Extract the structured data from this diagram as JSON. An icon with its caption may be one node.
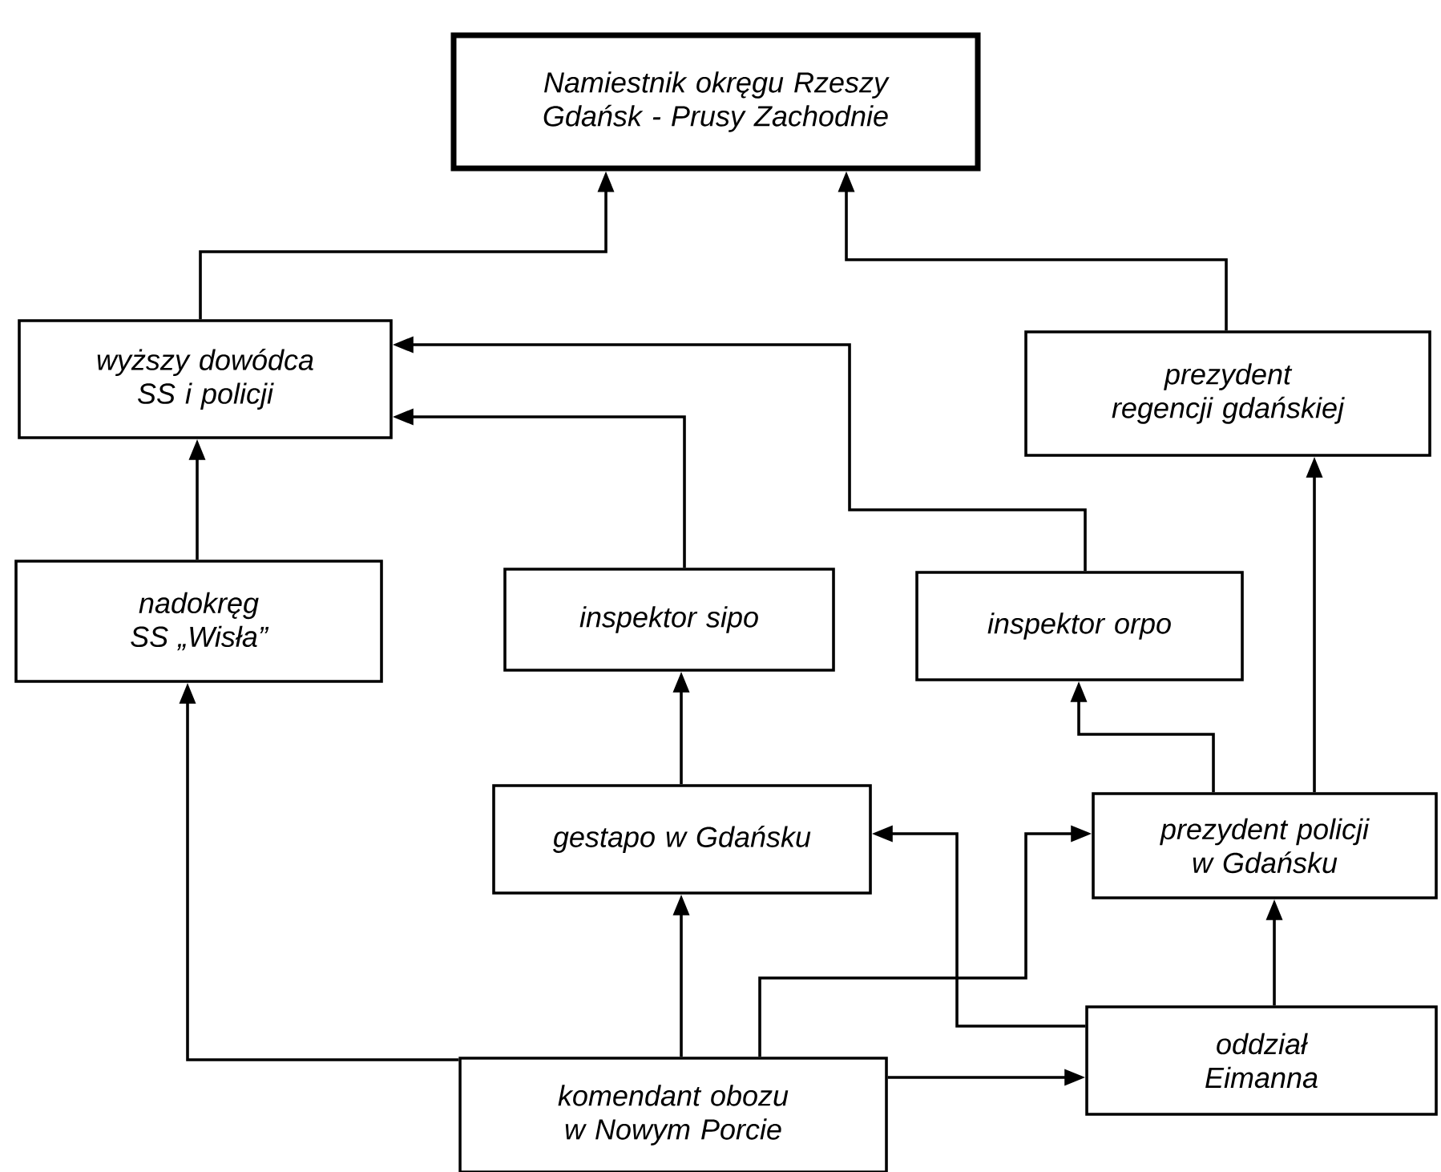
{
  "diagram": {
    "nodes": [
      {
        "text": [
          "Namiestnik okręgu Rzeszy Gdańsk - Prusy Zachodnie"
        ]
      },
      {
        "text": [
          "wyższy dowódca SS i policji"
        ]
      },
      {
        "text": [
          "prezydent regencji gdańskiej"
        ]
      },
      {
        "text": [
          "nadokręg SS „Wisła”"
        ]
      },
      {
        "text": [
          "inspektor sipo"
        ]
      },
      {
        "text": [
          "inspektor orpo"
        ]
      },
      {
        "text": [
          "gestapo w Gdańsku"
        ]
      },
      {
        "text": [
          "prezydent policji w Gdańsku"
        ]
      },
      {
        "text": [
          "komendant obozu w Nowym Porcie"
        ]
      },
      {
        "text": [
          "oddział Eimanna"
        ]
      }
    ],
    "edges": [
      {
        "from": 1,
        "to": 0,
        "arrow": "to"
      },
      {
        "from": 2,
        "to": 0,
        "arrow": "to"
      },
      {
        "from": 5,
        "to": 1,
        "arrow": "to"
      },
      {
        "from": 4,
        "to": 1,
        "arrow": "to"
      },
      {
        "from": 3,
        "to": 1,
        "arrow": "to"
      },
      {
        "from": 7,
        "to": 2,
        "arrow": "to"
      },
      {
        "from": 7,
        "to": 5,
        "arrow": "to"
      },
      {
        "from": 6,
        "to": 4,
        "arrow": "to"
      },
      {
        "from": 8,
        "to": 6,
        "arrow": "to"
      },
      {
        "from": 8,
        "to": 3,
        "arrow": "to"
      },
      {
        "from": 8,
        "to": 7,
        "arrow": "to"
      },
      {
        "from": 9,
        "to": 6,
        "arrow": "to"
      },
      {
        "from": 8,
        "to": 9,
        "arrow": "to"
      },
      {
        "from": 9,
        "to": 7,
        "arrow": "to"
      }
    ]
  }
}
